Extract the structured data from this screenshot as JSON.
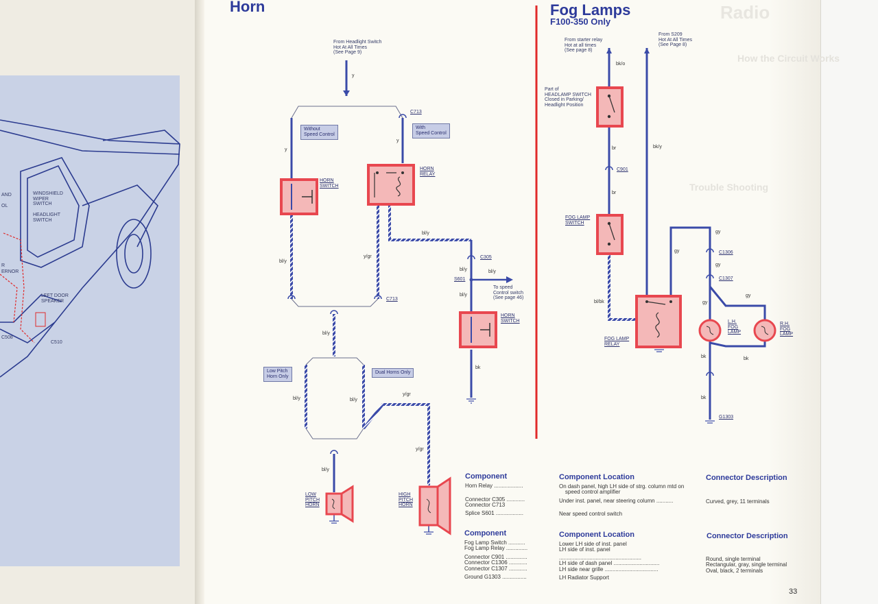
{
  "left_page": {
    "labels": [
      "AND",
      "OL",
      "WINDSHIELD\nWIPER\nSWITCH",
      "HEADLIGHT\nSWITCH",
      "R",
      "ERNOR",
      "LEFT DOOR\nSPEAKER",
      "C508",
      "C510"
    ]
  },
  "horn": {
    "title": "Horn",
    "source_note": "From Headlight Switch\nHot At All Times\n(See Page 9)",
    "box_without": "Without\nSpeed Control",
    "box_with": "With\nSpeed Control",
    "box_low_pitch": "Low Pitch\nHorn Only",
    "box_dual": "Dual Horns Only",
    "horn_switch": "HORN\nSWITCH",
    "horn_relay": "HORN\nRELAY",
    "horn_switch_2": "HORN\nSWITCH",
    "low_pitch_horn": "LOW\nPITCH\nHORN",
    "high_pitch_horn": "HIGH\nPITCH\nHORN",
    "c713_top": "C713",
    "c713_mid": "C713",
    "c305": "C305",
    "s601": "S601",
    "to_speed": "To speed\nControl switch\n(See page 46)",
    "wires": {
      "y1": "y",
      "y2": "y",
      "y3": "y",
      "bly1": "bl/y",
      "ygr1": "y/gr",
      "bly2": "bl/y",
      "bly3": "bl/y",
      "bly4": "bl/y",
      "bly5": "bl/y",
      "bly6": "bl/y",
      "bly7": "bl/y",
      "ygr2": "y/gr",
      "ygr3": "y/gr",
      "bly8": "bl/y",
      "bk1": "bk"
    }
  },
  "fog": {
    "title": "Fog Lamps",
    "subtitle": "F100-350 Only",
    "starter_note": "From starter relay\nHot at all times\n(See page 8)",
    "s209_note": "From S209\nHot At All Times\n(See Page 8)",
    "headlamp_switch": "Part of\nHEADLAMP SWITCH\nClosed in Parking/\nHeadlight Position",
    "fog_lamp_switch": "FOG LAMP\nSWITCH",
    "fog_lamp_relay": "FOG LAMP\nRELAY",
    "lh_fog": "L.H.\nFOG\nLAMP",
    "rh_fog": "R.H.\nFOG\nLAMP",
    "c901": "C901",
    "c1306": "C1306",
    "c1307": "C1307",
    "g1303": "G1303",
    "wires": {
      "bko": "bk/o",
      "br1": "br",
      "br2": "br",
      "bky": "bk/y",
      "blbk": "bl/bk",
      "gy1": "gy",
      "gy2": "gy",
      "gy3": "gy",
      "gy4": "gy",
      "gy5": "gy",
      "bk1": "bk",
      "bk2": "bk",
      "bk3": "bk"
    }
  },
  "table_horn": {
    "headers": [
      "Component",
      "Component Location",
      "Connector Description"
    ],
    "rows": [
      [
        "Horn Relay ...................",
        "On dash panel, high LH side of strg. column mtd on\n    speed control amplifier",
        ""
      ],
      [
        "Connector C305 ............\nConnector C713",
        "Under inst. panel, near steering column ...........",
        "Curved, grey, 11 terminals"
      ],
      [
        "Splice S601 ..................",
        "Near speed control switch",
        ""
      ]
    ]
  },
  "table_fog": {
    "headers": [
      "Component",
      "Component Location",
      "Connector Description"
    ],
    "rows": [
      [
        "Fog Lamp Switch ...........\nFog Lamp Relay ..............",
        "Lower LH side of inst. panel\nLH side of inst. panel",
        ""
      ],
      [
        "Connector C901 ..............\nConnector C1306 ............\nConnector C1307 ............",
        "......................................................\nLH side of dash panel ..............................\nLH side near grille ...................................",
        "Round, single terminal\nRectangular, gray, single terminal\nOval, black, 2 terminals"
      ],
      [
        "Ground G1303 ................",
        "LH Radiator Support",
        ""
      ]
    ]
  },
  "page_number": "33",
  "next_page": {
    "title": "Radio",
    "subtitle": "How the Circuit Works",
    "sub2": "Trouble Shooting"
  },
  "colors": {
    "wire": "#3a4aa8",
    "component": "#e8474f",
    "component_fill": "#f4b8b8",
    "divider": "#e02a2a",
    "label_box": "#c7cde6"
  }
}
